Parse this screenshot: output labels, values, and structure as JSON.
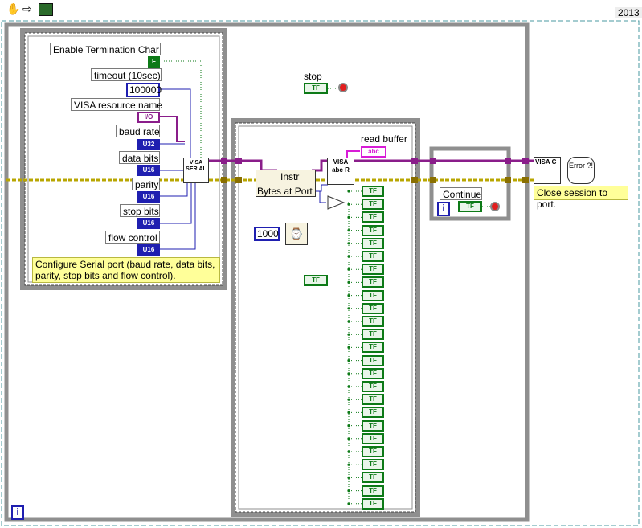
{
  "toolbar": {
    "hand_icon": "hand-icon",
    "arrow_icon": "arrow-icon",
    "vi_icon": "vi-icon",
    "version": "2013"
  },
  "config_frame": {
    "enable_term_label": "Enable Termination Char",
    "enable_term_value": "F",
    "timeout_label": "timeout (10sec)",
    "timeout_value": "100000",
    "visa_label": "VISA resource name",
    "visa_value": "I/O",
    "baud_label": "baud rate",
    "baud_value": "U32",
    "databits_label": "data bits",
    "databits_value": "U16",
    "parity_label": "parity",
    "parity_value": "U16",
    "stopbits_label": "stop bits",
    "stopbits_value": "U16",
    "flow_label": "flow control",
    "flow_value": "U16",
    "visa_serial_node": "VISA SERIAL",
    "comment": "Configure Serial port (baud rate, data bits, parity, stop bits and flow control)."
  },
  "stop_control": {
    "label": "stop",
    "value": "TF"
  },
  "read_frame": {
    "property_node_title": "Instr",
    "property_node_item": "Bytes at Port",
    "visa_read_node": "VISA abc R",
    "read_buffer_label": "read buffer",
    "read_buffer_value": "abc",
    "wait_ms": "1000",
    "tf_indicator": "TF",
    "tf_boxes": [
      "TF",
      "TF",
      "TF",
      "TF",
      "TF",
      "TF",
      "TF",
      "TF",
      "TF",
      "TF",
      "TF",
      "TF",
      "TF",
      "TF",
      "TF",
      "TF",
      "TF",
      "TF",
      "TF",
      "TF",
      "TF",
      "TF",
      "TF",
      "TF",
      "TF"
    ]
  },
  "while_loop": {
    "continue_label": "Continue",
    "continue_value": "TF",
    "iteration": "i"
  },
  "close_section": {
    "visa_close_node": "VISA C",
    "error_node": "Error ?!",
    "comment": "Close session to port."
  },
  "outer_loop": {
    "iteration": "i"
  },
  "colors": {
    "visa_wire": "#8a1d8a",
    "error_wire": "#b8a600",
    "numeric": "#1f1fb0",
    "boolean": "#0d7a17",
    "string": "#d81cd6"
  }
}
